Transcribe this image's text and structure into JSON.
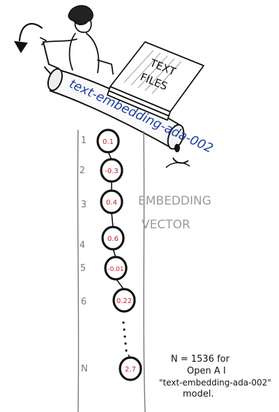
{
  "files": {
    "line1": "TEXT",
    "line2": "FILES"
  },
  "machine": {
    "model_label": "text-embedding-ada-002",
    "label_color": "#1f3fa0"
  },
  "vector": {
    "title_line1": "EMBEDDING",
    "title_line2": "VECTOR",
    "title_color": "#9a9a9a",
    "value_color": "#c81e1e",
    "entries": [
      {
        "index": "1",
        "value": "0.1"
      },
      {
        "index": "2",
        "value": "-0.3"
      },
      {
        "index": "3",
        "value": "0.4"
      },
      {
        "index": "4",
        "value": "0.6"
      },
      {
        "index": "5",
        "value": "-0.01"
      },
      {
        "index": "6",
        "value": "0.22"
      },
      {
        "index": "N",
        "value": "2.7"
      }
    ]
  },
  "note": {
    "line1": "N = 1536  for",
    "line2": "Open A I",
    "line3": "\"text-embedding-ada-002\"",
    "line4": "model."
  }
}
